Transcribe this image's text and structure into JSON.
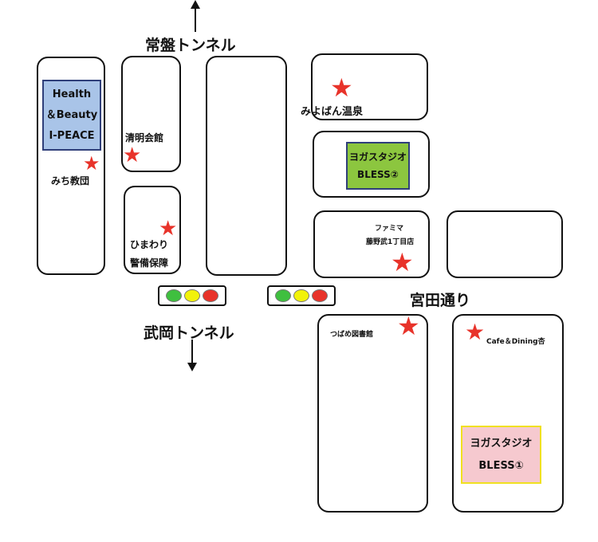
{
  "roads": {
    "top_tunnel": "常盤トンネル",
    "bottom_tunnel": "武岡トンネル",
    "main_street": "宮田通り"
  },
  "places": {
    "health_beauty": [
      "Health",
      "＆Beauty",
      "I-PEACE"
    ],
    "michi": "みち教団",
    "seimei": "清明会館",
    "himawari": [
      "ひまわり",
      "警備保障"
    ],
    "miyoban": "みよばん温泉",
    "yoga2": [
      "ヨガスタジオ",
      "BLESS②"
    ],
    "famima": [
      "ファミマ",
      "藤野武1丁目店"
    ],
    "tsubame": "つばめ図書館",
    "cafe": "Cafe＆Dining杏",
    "yoga1": [
      "ヨガスタジオ",
      "BLESS①"
    ]
  },
  "icons": {
    "marker": "star",
    "marker_color": "#e8332a"
  },
  "signal_colors": [
    "#3fbf3f",
    "#f2f20a",
    "#e8332a"
  ],
  "box_colors": {
    "health_beauty": "#a9c4e8",
    "yoga2": "#8cc63f",
    "yoga1": "#f6c9cf",
    "yoga1_border": "#f0e020"
  }
}
